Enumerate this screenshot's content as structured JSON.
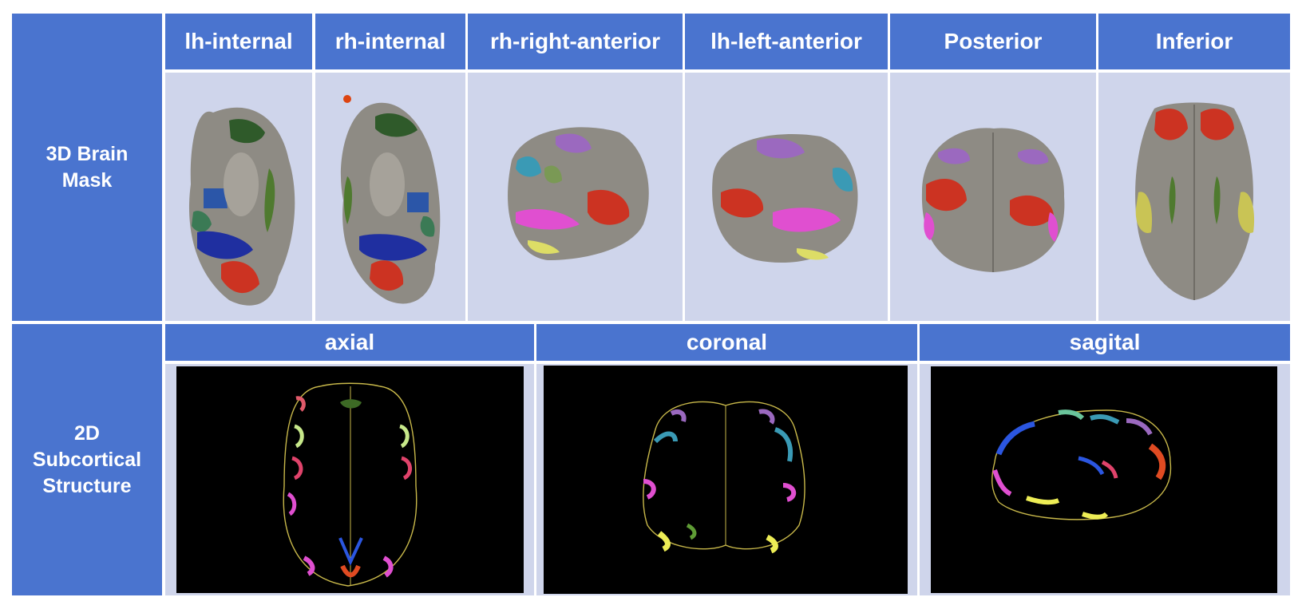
{
  "columns": [
    "lh-internal",
    "rh-internal",
    "rh-right-anterior",
    "lh-left-anterior",
    "Posterior",
    "Inferior"
  ],
  "rows": {
    "brain_mask": [
      "3D Brain",
      "Mask"
    ],
    "subcortical": [
      "2D",
      "Subcortical",
      "Structure"
    ]
  },
  "views": [
    "axial",
    "coronal",
    "sagital"
  ],
  "colors": {
    "header": "#4a74cf",
    "panel": "#cfd5eb",
    "cortex": "#8e8b84",
    "outline": "#c8b84a"
  }
}
